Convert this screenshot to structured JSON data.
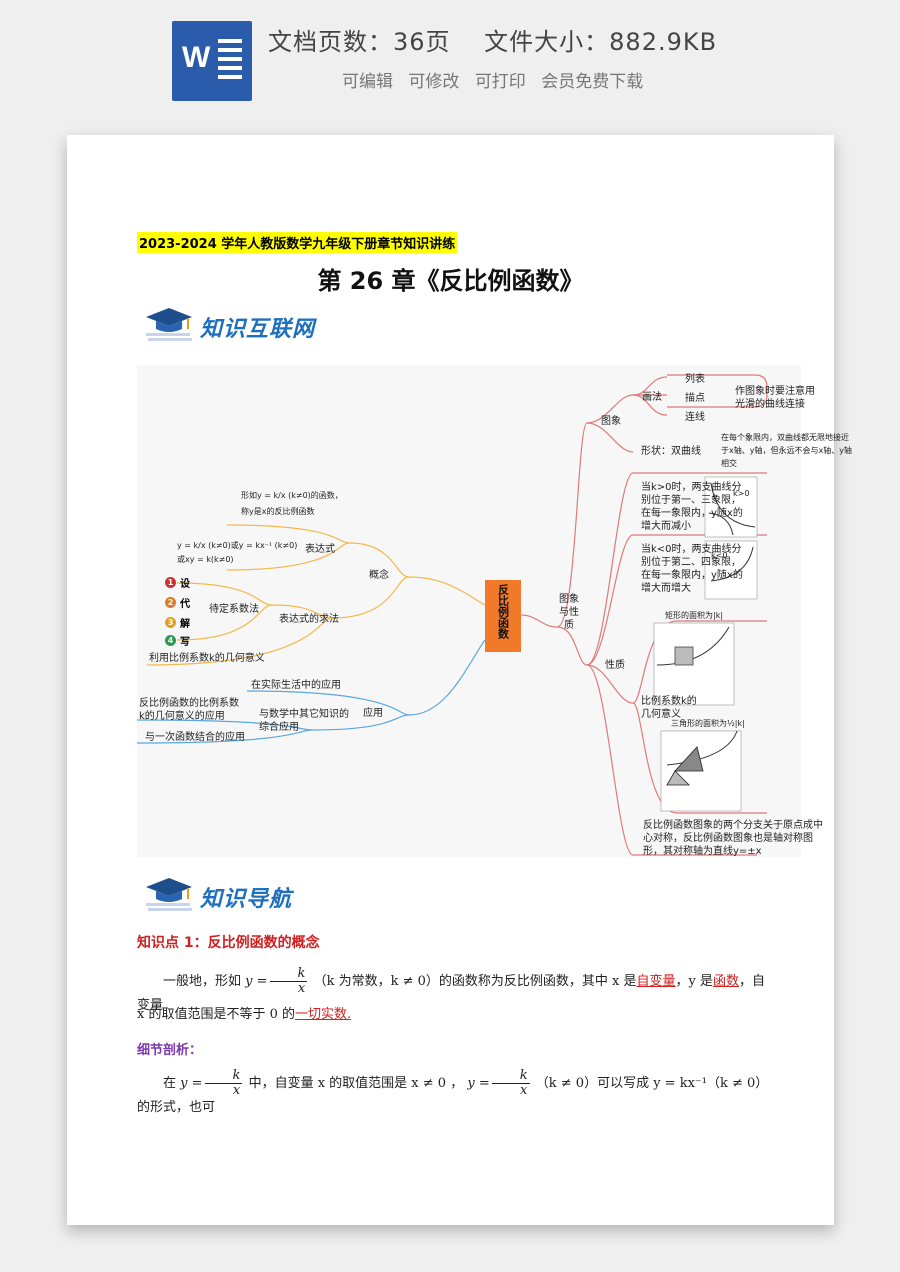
{
  "header": {
    "title": "文档页数：36页　 文件大小：882.9KB",
    "features": [
      "可编辑",
      "可修改",
      "可打印",
      "会员免费下载"
    ],
    "icon": "word-icon",
    "colors": {
      "word_blue": "#2b5cab"
    }
  },
  "doc": {
    "banner": "2023-2024 学年人教版数学九年级下册章节知识讲练",
    "chapter_title": "第 26 章《反比例函数》",
    "section1": "知识互联网",
    "section2": "知识导航",
    "mindmap": {
      "center": "反比例函数",
      "left": {
        "concept": "概念",
        "expression": "表达式",
        "def_line1": "形如y = k/x (k≠0)的函数，",
        "def_line2": "称y是x的反比例函数",
        "forms_line1": "y = k/x (k≠0)或y = kx⁻¹ (k≠0)",
        "forms_line2": "或xy = k(k≠0)",
        "find_method": "表达式的求法",
        "undetermined": "待定系数法",
        "steps": [
          "设",
          "代",
          "解",
          "写"
        ],
        "geo_use": "利用比例系数k的几何意义",
        "application": "应用",
        "app_real": "在实际生活中的应用",
        "app_math": "与数学中其它知识的综合应用",
        "app_geo": "反比例函数的比例系数k的几何意义的应用",
        "app_linear": "与一次函数结合的应用"
      },
      "right": {
        "graph_prop": "图象与性质",
        "graph": "图象",
        "drawing": "画法",
        "list": "列表",
        "plot": "描点",
        "connect": "连线",
        "connect_note": "作图象时要注意用光滑的曲线连接",
        "shape": "形状：双曲线",
        "shape_note": "在每个象限内，双曲线都无限地接近于x轴、y轴，但永远不会与x轴、y轴相交",
        "property": "性质",
        "k_pos": "当k>0时，两支曲线分别位于第一、三象限，在每一象限内，y随x的增大而减小",
        "k_pos_label": "k>0",
        "k_neg": "当k<0时，两支曲线分别位于第二、四象限，在每一象限内，y随x的增大而增大",
        "k_neg_label": "k<0",
        "k_geo": "比例系数k的几何意义",
        "rect_area": "矩形的面积为|k|",
        "tri_area": "三角形的面积为½|k|",
        "symmetry": "反比例函数图象的两个分支关于原点成中心对称，反比例函数图象也是轴对称图形，其对称轴为直线y=±x"
      }
    },
    "kp1_title": "知识点 1：反比例函数的概念",
    "kp1_p1_a": "一般地，形如",
    "kp1_p1_b": "（k 为常数，k ≠ 0）的函数称为反比例函数，其中 x 是",
    "kp1_p1_c": "自变量",
    "kp1_p1_d": "，y 是",
    "kp1_p1_e": "函数",
    "kp1_p1_f": "，自变量",
    "kp1_p2_a": "x 的取值范围是不等于 0 的",
    "kp1_p2_b": "一切实数.",
    "detail_title": "细节剖析：",
    "detail_a": "在",
    "detail_b": "中，自变量 x 的取值范围是 x ≠ 0 ，",
    "detail_c": "（k ≠ 0）可以写成 y = kx⁻¹（k ≠ 0）的形式，也可",
    "colors": {
      "highlight": "#ffff00",
      "red": "#d02020",
      "purple": "#7a3aa8",
      "center_node": "#f07a2a"
    }
  }
}
